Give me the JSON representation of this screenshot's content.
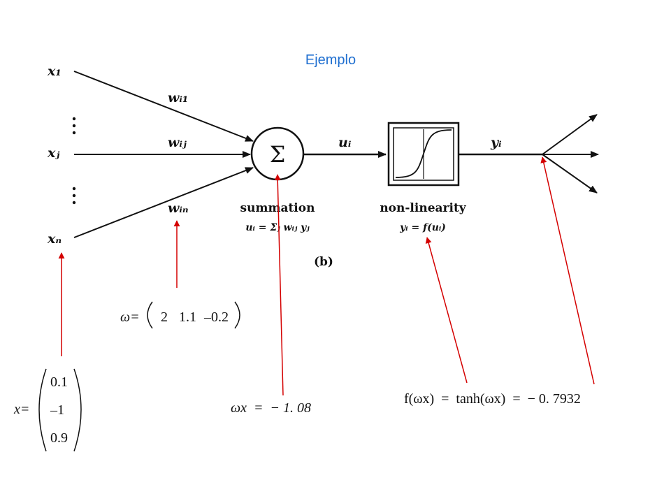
{
  "title": "Ejemplo",
  "colors": {
    "title": "#1f6fd0",
    "arrow_red": "#d40000",
    "ink": "#111111"
  },
  "network": {
    "inputs": [
      "x₁",
      "xⱼ",
      "xₙ"
    ],
    "weights": [
      "wᵢ₁",
      "wᵢⱼ",
      "wᵢₙ"
    ],
    "sum_symbol": "Σ",
    "u_label": "uᵢ",
    "y_label": "yᵢ",
    "summation_caption": "summation",
    "summation_eq": "uᵢ = Σⱼ wᵢⱼ yⱼ",
    "nonlinearity_caption": "non-linearity",
    "nonlinearity_eq": "yᵢ = f(uᵢ)",
    "figure_tag": "(b)"
  },
  "annotations": {
    "omega_label": "ω=",
    "omega_values": [
      "2",
      "1.1",
      "–0.2"
    ],
    "x_label": "x=",
    "x_values": [
      "0.1",
      "–1",
      "0.9"
    ],
    "wx_expr": "ωx  =  − 1. 08",
    "f_expr": "f(ωx)  =  tanh(ωx)  =  − 0. 7932"
  }
}
